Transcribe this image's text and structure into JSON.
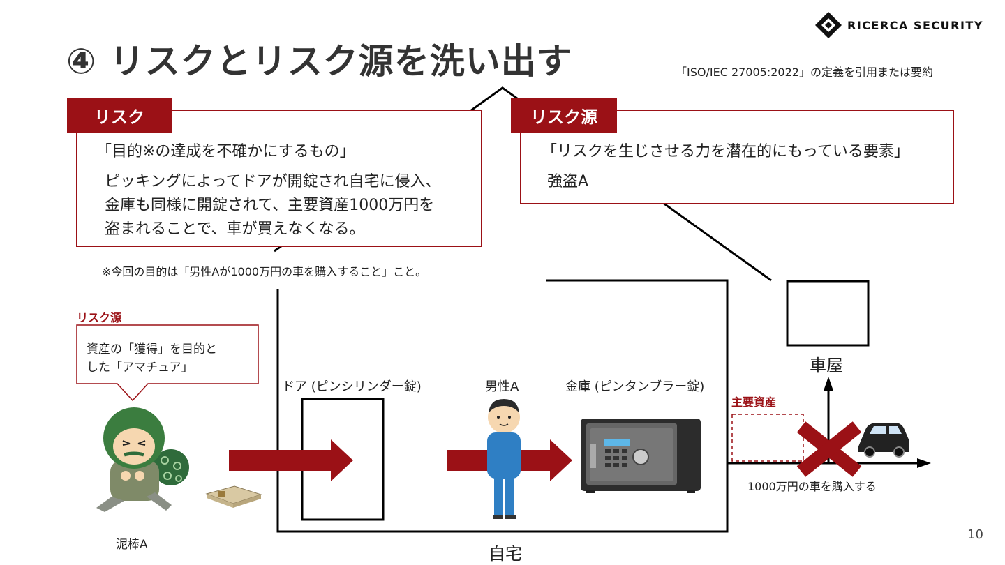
{
  "title": "④ リスクとリスク源を洗い出す",
  "source_note": "「ISO/IEC 27005:2022」の定義を引用または要約",
  "brand": {
    "name": "RICERCA SECURITY"
  },
  "risk_box": {
    "tab": "リスク",
    "definition": "「目的※の達成を不確かにするもの」",
    "lines": [
      "ピッキングによってドアが開錠され自宅に侵入、",
      "金庫も同様に開錠されて、主要資産1000万円を",
      "盗まれることで、車が買えなくなる。"
    ]
  },
  "risk_source_box": {
    "tab": "リスク源",
    "definition": "「リスクを生じさせる力を潜在的にもっている要素」",
    "example": "強盗A"
  },
  "footnote": "※今回の目的は「男性Aが1000万円の車を購入すること」こと。",
  "callout": {
    "label": "リスク源",
    "lines": [
      "資産の「獲得」を目的と",
      "した「アマチュア」"
    ]
  },
  "labels": {
    "thief": "泥棒A",
    "door": "ドア (ピンシリンダー錠)",
    "man": "男性A",
    "safe": "金庫 (ピンタンブラー錠)",
    "home": "自宅",
    "garage": "車屋",
    "main_asset": "主要資産",
    "goal": "1000万円の車を購入する"
  },
  "page_number": "10",
  "colors": {
    "accent": "#9b1116",
    "line": "#000000"
  }
}
